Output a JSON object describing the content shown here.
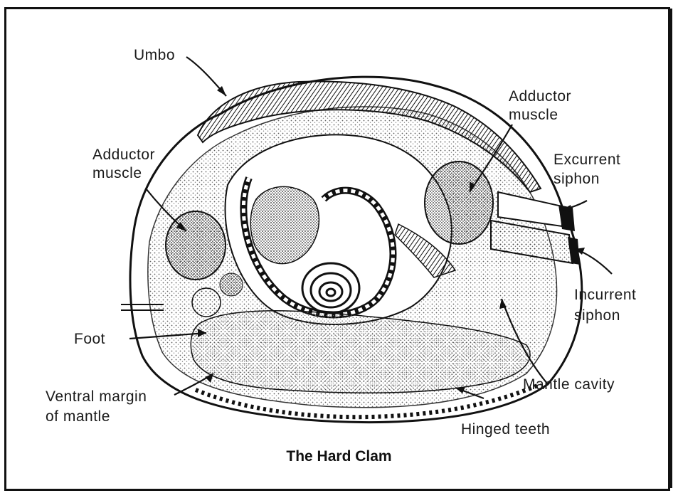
{
  "title": "The Hard Clam",
  "labels": {
    "umbo": "Umbo",
    "adductor_left_1": "Adductor",
    "adductor_left_2": "muscle",
    "adductor_right_1": "Adductor",
    "adductor_right_2": "muscle",
    "excurrent_1": "Excurrent",
    "excurrent_2": "siphon",
    "incurrent_1": "Incurrent",
    "incurrent_2": "siphon",
    "foot": "Foot",
    "ventral_1": "Ventral margin",
    "ventral_2": "of mantle",
    "mantle_cavity": "Mantle cavity",
    "hinged_teeth": "Hinged teeth"
  },
  "colors": {
    "ink": "#111111",
    "stipple": "#555555",
    "paper": "#ffffff"
  }
}
